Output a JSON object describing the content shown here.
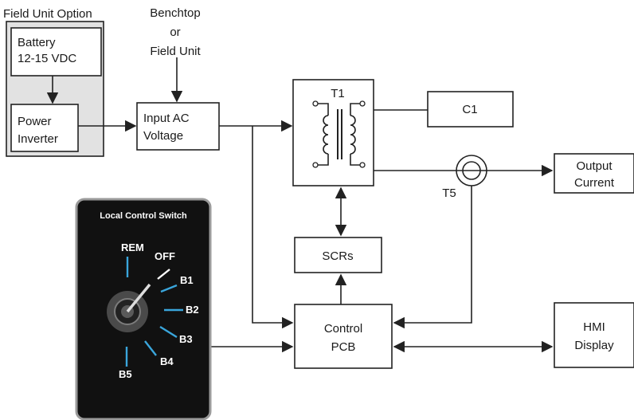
{
  "header": {
    "field_unit_option": "Field Unit Option",
    "source_line1": "Benchtop",
    "source_line2": "or",
    "source_line3": "Field Unit"
  },
  "blocks": {
    "battery_line1": "Battery",
    "battery_line2": "12-15 VDC",
    "inverter_line1": "Power",
    "inverter_line2": "Inverter",
    "input_ac_line1": "Input AC",
    "input_ac_line2": "Voltage",
    "t1": "T1",
    "c1": "C1",
    "t5": "T5",
    "output_line1": "Output",
    "output_line2": "Current",
    "scrs": "SCRs",
    "control_line1": "Control",
    "control_line2": "PCB",
    "hmi_line1": "HMI",
    "hmi_line2": "Display"
  },
  "switch": {
    "title": "Local Control Switch",
    "positions": [
      "REM",
      "OFF",
      "B1",
      "B2",
      "B3",
      "B4",
      "B5"
    ]
  },
  "colors": {
    "field_bg": "#e2e2e2",
    "switch_bg": "#111111",
    "tick": "#3aa6dc",
    "line": "#222222"
  }
}
